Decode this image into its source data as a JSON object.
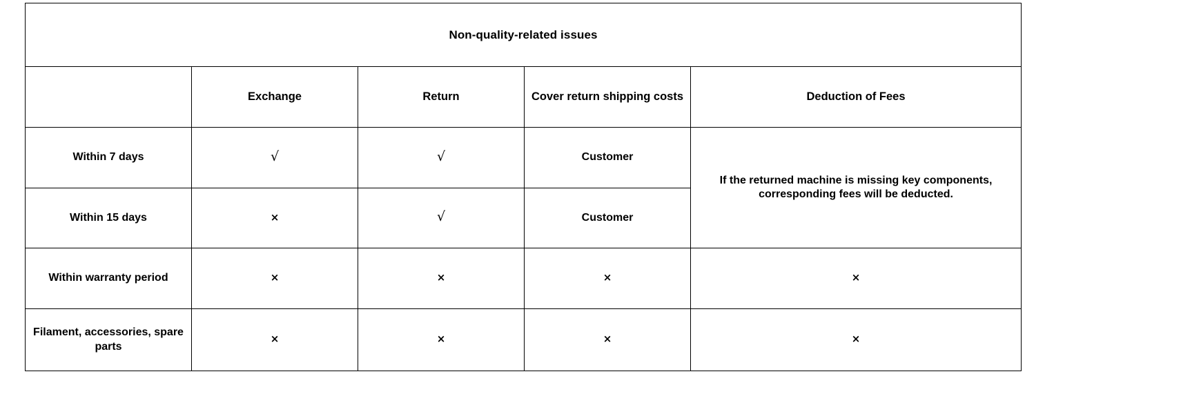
{
  "table": {
    "title": "Non-quality-related issues",
    "corner_label": "",
    "columns": [
      {
        "key": "exchange",
        "label": "Exchange"
      },
      {
        "key": "return",
        "label": "Return"
      },
      {
        "key": "shipping",
        "label": "Cover return shipping costs"
      },
      {
        "key": "fees",
        "label": "Deduction of Fees"
      }
    ],
    "marks": {
      "check": "√",
      "cross": "×"
    },
    "rows": [
      {
        "label": "Within 7 days",
        "exchange": "√",
        "exchange_type": "check",
        "return": "√",
        "return_type": "check",
        "shipping": "Customer",
        "shipping_type": "text"
      },
      {
        "label": "Within 15 days",
        "exchange": "×",
        "exchange_type": "cross",
        "return": "√",
        "return_type": "check",
        "shipping": "Customer",
        "shipping_type": "text"
      },
      {
        "label": "Within warranty period",
        "exchange": "×",
        "exchange_type": "cross",
        "return": "×",
        "return_type": "cross",
        "shipping": "×",
        "shipping_type": "cross",
        "fees": "×",
        "fees_type": "cross"
      },
      {
        "label": "Filament, accessories, spare parts",
        "exchange": "×",
        "exchange_type": "cross",
        "return": "×",
        "return_type": "cross",
        "shipping": "×",
        "shipping_type": "cross",
        "fees": "×",
        "fees_type": "cross"
      }
    ],
    "fees_merged_note": "If the returned machine is missing key components, corresponding fees will be deducted."
  },
  "colors": {
    "border": "#000000",
    "text": "#000000",
    "background": "#ffffff"
  }
}
